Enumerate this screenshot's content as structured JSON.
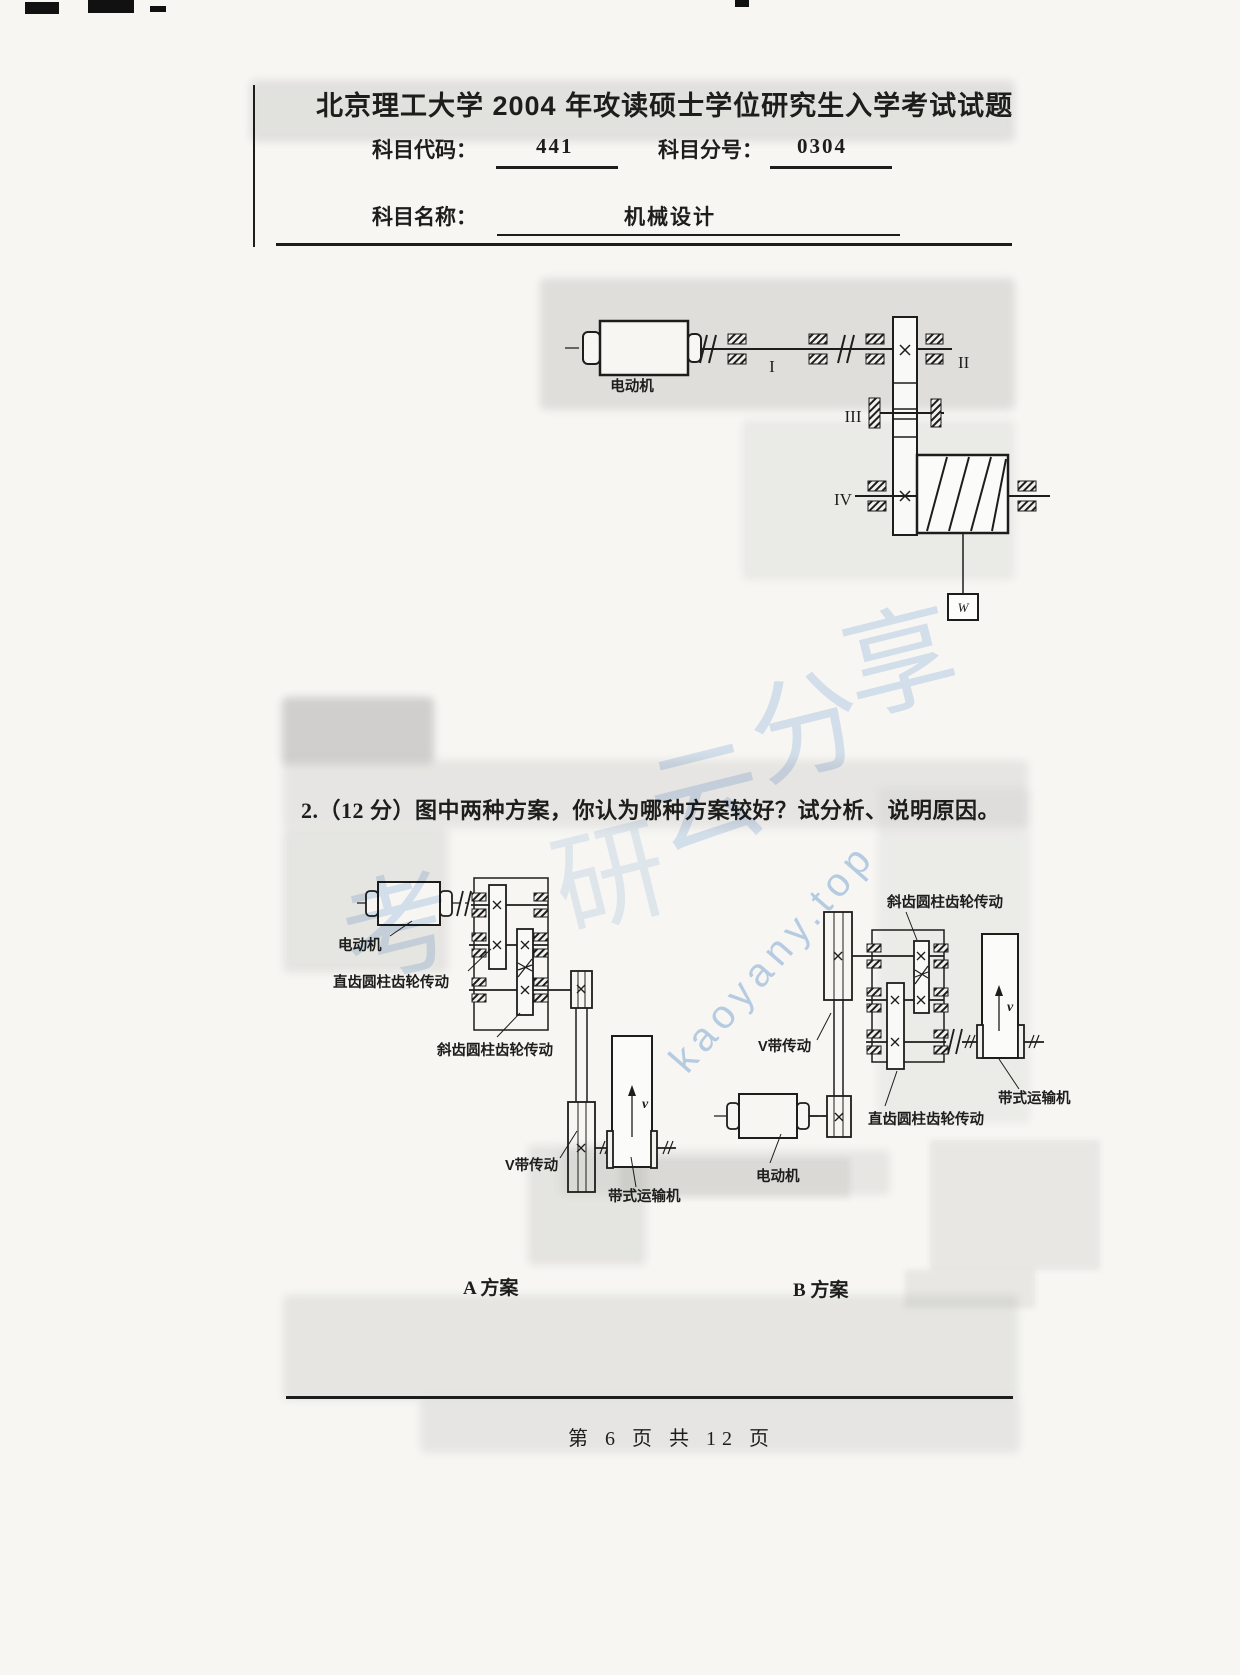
{
  "header": {
    "title": "北京理工大学 2004 年攻读硕士学位研究生入学考试试题",
    "subject_code_label": "科目代码：",
    "subject_code_value": "441",
    "subject_no_label": "科目分号：",
    "subject_no_value": "0304",
    "subject_name_label": "科目名称：",
    "subject_name_value": "机械设计"
  },
  "diagram_top": {
    "motor_label": "电动机",
    "shaft_labels": [
      "I",
      "II",
      "III",
      "IV"
    ],
    "weight_label": "W"
  },
  "question": {
    "text": "2.（12 分）图中两种方案，你认为哪种方案较好？试分析、说明原因。"
  },
  "scheme_a": {
    "name": "A 方案",
    "labels": {
      "motor": "电动机",
      "spur": "直齿圆柱齿轮传动",
      "helical": "斜齿圆柱齿轮传动",
      "vbelt": "V带传动",
      "conveyor": "带式运输机",
      "velocity": "v"
    }
  },
  "scheme_b": {
    "name": "B 方案",
    "labels": {
      "motor": "电动机",
      "spur": "直齿圆柱齿轮传动",
      "helical": "斜齿圆柱齿轮传动",
      "vbelt": "V带传动",
      "conveyor": "带式运输机",
      "velocity": "v"
    }
  },
  "footer": {
    "page_text": "第 6 页 共 12 页"
  },
  "watermark": {
    "site": "kaoyany.top",
    "chars": [
      "考",
      "研",
      "云",
      "分",
      "享"
    ]
  },
  "colors": {
    "ink": "#1d1d1b",
    "watermark_blue": "#aac8e8",
    "paper": "#f7f6f3"
  }
}
